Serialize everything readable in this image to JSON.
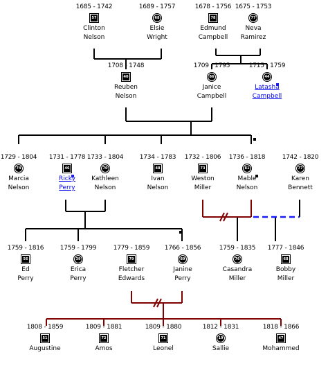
{
  "people": [
    {
      "id": "clinton",
      "dates": "1685 - 1742",
      "first": "Clinton",
      "last": "Nelson",
      "age": "57",
      "sex": "M",
      "link": false
    },
    {
      "id": "elsie",
      "dates": "1689 - 1757",
      "first": "Elsie",
      "last": "Wright",
      "age": "68",
      "sex": "F",
      "link": false
    },
    {
      "id": "edmund",
      "dates": "1678 - 1756",
      "first": "Edmund",
      "last": "Campbell",
      "age": "78",
      "sex": "M",
      "link": false
    },
    {
      "id": "neva",
      "dates": "1675 - 1753",
      "first": "Neva",
      "last": "Ramirez",
      "age": "77",
      "sex": "F",
      "link": false
    },
    {
      "id": "reuben",
      "dates": "1708 - 1748",
      "first": "Reuben",
      "last": "Nelson",
      "age": "40",
      "sex": "M",
      "link": false
    },
    {
      "id": "janice",
      "dates": "1709 - 1795",
      "first": "Janice",
      "last": "Campbell",
      "age": "86",
      "sex": "F",
      "link": false
    },
    {
      "id": "latasha",
      "dates": "1715 - 1759",
      "first": "Latasha",
      "last": "Campbell",
      "age": "44",
      "sex": "F",
      "link": true
    },
    {
      "id": "marcia",
      "dates": "1729 - 1804",
      "first": "Marcia",
      "last": "Nelson",
      "age": "74",
      "sex": "F",
      "link": false
    },
    {
      "id": "ricky",
      "dates": "1731 - 1778",
      "first": "Ricky",
      "last": "Perry",
      "age": "46",
      "sex": "M",
      "link": true
    },
    {
      "id": "kathleen",
      "dates": "1733 - 1804",
      "first": "Kathleen",
      "last": "Nelson",
      "age": "70",
      "sex": "F",
      "link": false
    },
    {
      "id": "ivan",
      "dates": "1734 - 1783",
      "first": "Ivan",
      "last": "Nelson",
      "age": "48",
      "sex": "M",
      "link": false
    },
    {
      "id": "weston",
      "dates": "1732 - 1806",
      "first": "Weston",
      "last": "Miller",
      "age": "73",
      "sex": "M",
      "link": false
    },
    {
      "id": "mable",
      "dates": "1736 - 1818",
      "first": "Mable",
      "last": "Nelson",
      "age": "81",
      "sex": "F",
      "link": false
    },
    {
      "id": "karen",
      "dates": "1742 - 1820",
      "first": "Karen",
      "last": "Bennett",
      "age": "77",
      "sex": "F",
      "link": false
    },
    {
      "id": "ed",
      "dates": "1759 - 1816",
      "first": "Ed",
      "last": "Perry",
      "age": "56",
      "sex": "M",
      "link": false
    },
    {
      "id": "erica",
      "dates": "1759 - 1799",
      "first": "Erica",
      "last": "Perry",
      "age": "39",
      "sex": "F",
      "link": false
    },
    {
      "id": "fletcher",
      "dates": "1779 - 1859",
      "first": "Fletcher",
      "last": "Edwards",
      "age": "79",
      "sex": "M",
      "link": false
    },
    {
      "id": "janine",
      "dates": "1766 - 1856",
      "first": "Janine",
      "last": "Perry",
      "age": "89",
      "sex": "F",
      "link": false
    },
    {
      "id": "casandra",
      "dates": "1759 - 1835",
      "first": "Casandra",
      "last": "Miller",
      "age": "76",
      "sex": "F",
      "link": false
    },
    {
      "id": "bobby",
      "dates": "1777 - 1846",
      "first": "Bobby",
      "last": "Miller",
      "age": "68",
      "sex": "M",
      "link": false
    },
    {
      "id": "augustine",
      "dates": "1808 - 1859",
      "first": "Augustine",
      "last": "",
      "age": "51",
      "sex": "M",
      "link": false
    },
    {
      "id": "amos",
      "dates": "1809 - 1881",
      "first": "Amos",
      "last": "",
      "age": "72",
      "sex": "M",
      "link": false
    },
    {
      "id": "leonel",
      "dates": "1809 - 1880",
      "first": "Leonel",
      "last": "",
      "age": "71",
      "sex": "M",
      "link": false
    },
    {
      "id": "sallie",
      "dates": "1812 - 1831",
      "first": "Sallie",
      "last": "",
      "age": "19",
      "sex": "F",
      "link": false
    },
    {
      "id": "mohammed",
      "dates": "1818 - 1866",
      "first": "Mohammed",
      "last": "",
      "age": "47",
      "sex": "M",
      "link": false
    }
  ],
  "colors": {
    "line": "#000000",
    "divorce_line": "#800000",
    "partner_dashed": "#1a1aff",
    "symbol_fill": "#000000",
    "link_text": "#0000ee"
  }
}
